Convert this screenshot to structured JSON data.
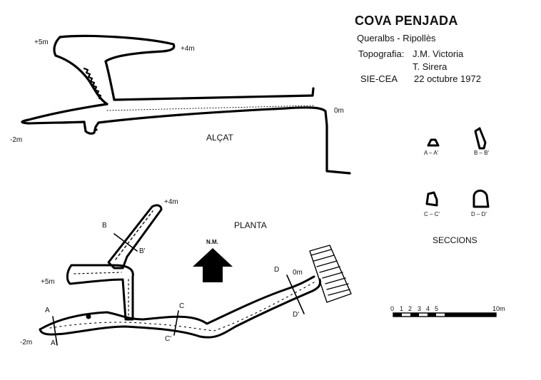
{
  "header": {
    "title": "COVA PENJADA",
    "location": "Queralbs - Ripollès",
    "topography_label": "Topografia:",
    "topography_author_1": "J.M. Victoria",
    "topography_author_2": "T. Sirera",
    "organization": "SIE-CEA",
    "date": "22 octubre 1972"
  },
  "elevation": {
    "label": "ALÇAT",
    "depths": {
      "plus5": "+5m",
      "plus4": "+4m",
      "zero": "0m",
      "minus2": "-2m"
    }
  },
  "plan": {
    "label": "PLANTA",
    "north_label": "N.M.",
    "depths": {
      "plus4": "+4m",
      "plus5": "+5m",
      "zero": "0m",
      "minus2": "-2m"
    },
    "section_marks": {
      "a": "A",
      "a_prime": "A'",
      "b": "B",
      "b_prime": "B'",
      "c": "C",
      "c_prime": "C'",
      "d": "D",
      "d_prime": "D'"
    }
  },
  "sections": {
    "heading": "SECCIONS",
    "items": [
      "A – A'",
      "B – B'",
      "C – C'",
      "D – D'"
    ]
  },
  "scale_bar": {
    "ticks": [
      "0",
      "1",
      "2",
      "3",
      "4",
      "5",
      "10m"
    ]
  }
}
